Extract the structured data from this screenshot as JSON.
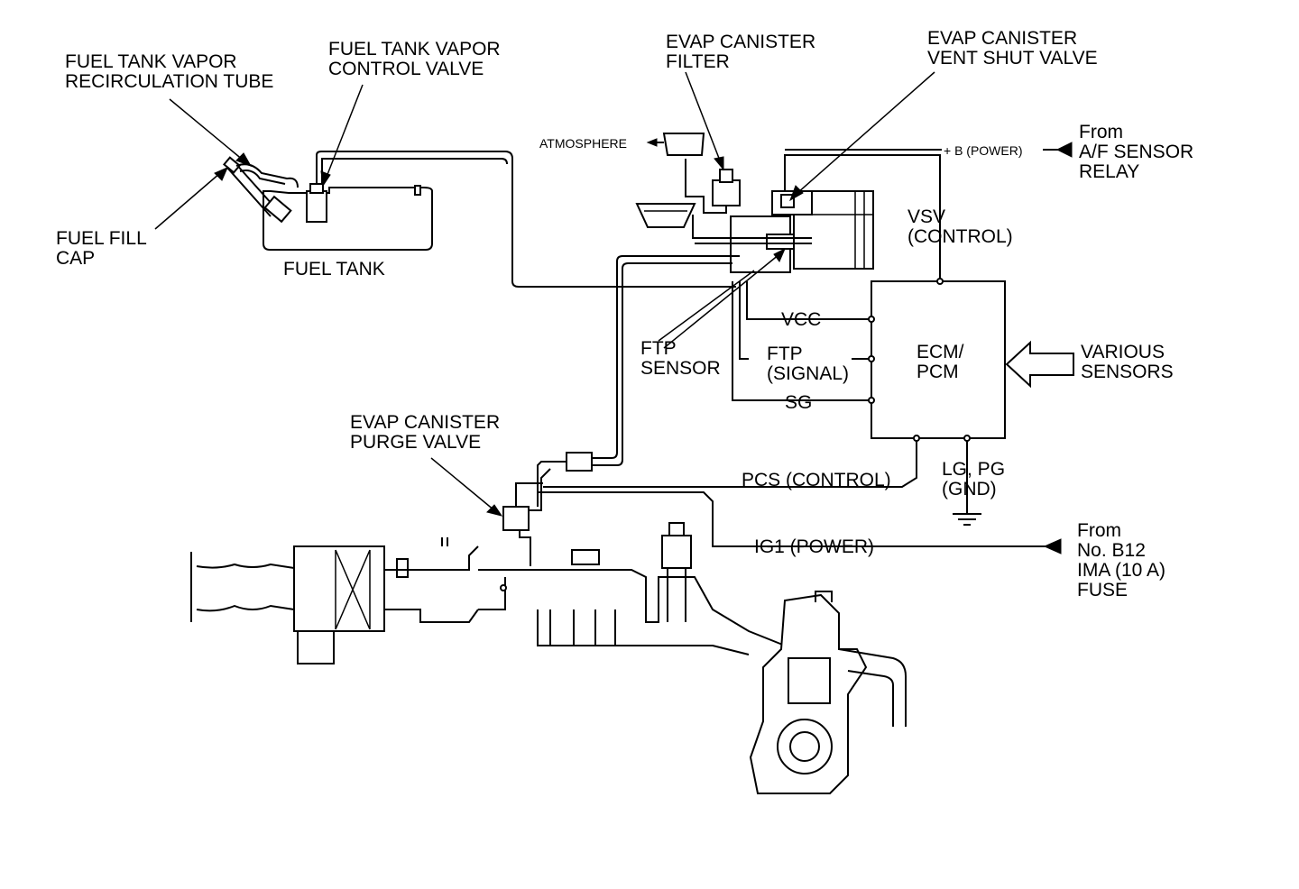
{
  "labels": {
    "vapor_recirc_tube": "FUEL TANK VAPOR\nRECIRCULATION TUBE",
    "vapor_control_valve": "FUEL TANK VAPOR\nCONTROL VALVE",
    "canister_filter": "EVAP CANISTER\nFILTER",
    "vent_shut_valve": "EVAP CANISTER\nVENT SHUT VALVE",
    "atmosphere": "ATMOSPHERE",
    "power_b": "+ B (POWER)",
    "from_af_relay": "From\nA/F SENSOR\nRELAY",
    "fuel_fill_cap": "FUEL FILL\nCAP",
    "fuel_tank": "FUEL TANK",
    "vsv_control": "VSV\n(CONTROL)",
    "vcc": "VCC",
    "ftp_signal": "FTP\n(SIGNAL)",
    "sg": "SG",
    "ecm_pcm": "ECM/\nPCM",
    "various_sensors": "VARIOUS\nSENSORS",
    "ftp_sensor": "FTP\nSENSOR",
    "purge_valve": "EVAP CANISTER\nPURGE VALVE",
    "pcs_control": "PCS (CONTROL)",
    "lg_pg_gnd": "LG, PG\n(GND)",
    "ig1_power": "IG1 (POWER)",
    "from_fuse": "From\nNo. B12\nIMA (10 A)\nFUSE"
  },
  "colors": {
    "line": "#000000",
    "background": "#ffffff"
  }
}
